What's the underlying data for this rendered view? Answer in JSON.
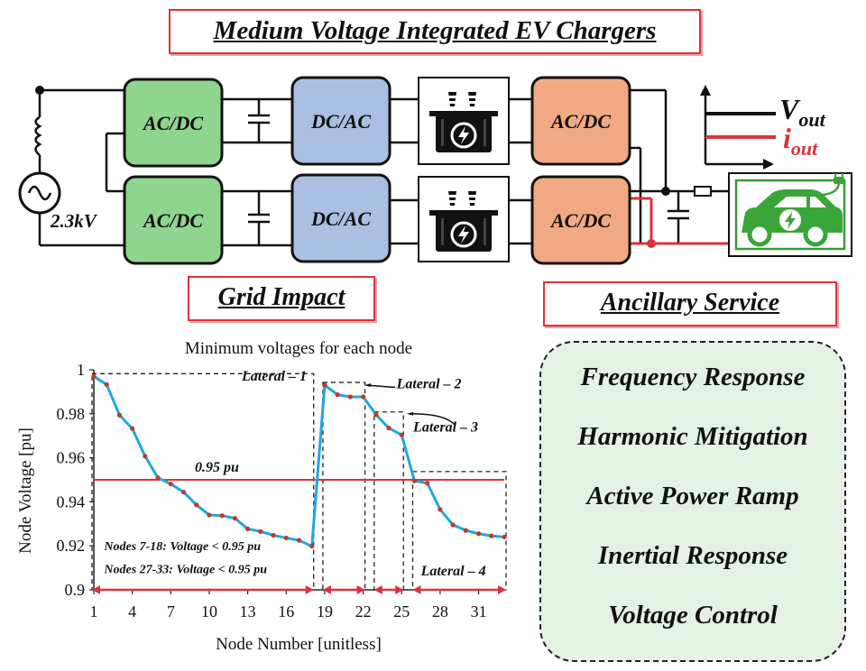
{
  "title": "Medium Voltage Integrated EV Chargers",
  "source_voltage": "2.3kV",
  "converters": {
    "ac_dc": "AC/DC",
    "dc_ac": "DC/AC"
  },
  "output_signals": {
    "v_main": "V",
    "v_sub": "out",
    "i_main": "i",
    "i_sub": "out"
  },
  "section_grid": "Grid Impact",
  "section_ancillary": "Ancillary Service",
  "ancillary_services": [
    "Frequency Response",
    "Harmonic Mitigation",
    "Active Power Ramp",
    "Inertial Response",
    "Voltage Control"
  ],
  "colors": {
    "ac_dc_front": "#8fd48f",
    "dc_ac": "#aabfe2",
    "ac_dc_rear": "#f1a983",
    "accent_red": "#d8343a",
    "curve": "#1fa8e0",
    "ancillary_bg": "#e3f2e3"
  },
  "chart_data": {
    "type": "line",
    "title": "Minimum voltages for each node",
    "xlabel": "Node Number [unitless]",
    "ylabel": "Node Voltage [pu]",
    "xlim": [
      1,
      33
    ],
    "ylim": [
      0.9,
      1
    ],
    "xticks": [
      1,
      4,
      7,
      10,
      13,
      16,
      19,
      22,
      25,
      28,
      31
    ],
    "yticks": [
      0.9,
      0.92,
      0.94,
      0.96,
      0.98,
      1
    ],
    "ytick_labels": [
      "0.9",
      "0.92",
      "0.94",
      "0.96",
      "0.98",
      "1"
    ],
    "threshold": {
      "value": 0.95,
      "label": "0.95 pu"
    },
    "series": [
      {
        "x": [
          1,
          2,
          3,
          4,
          5,
          6,
          7,
          8,
          9,
          10,
          11,
          12,
          13,
          14,
          15,
          16,
          17,
          18
        ],
        "values": [
          0.997,
          0.9933,
          0.9794,
          0.9733,
          0.9607,
          0.9509,
          0.9481,
          0.9444,
          0.9386,
          0.934,
          0.9337,
          0.9325,
          0.9277,
          0.9265,
          0.9248,
          0.9236,
          0.9225,
          0.9198
        ]
      },
      {
        "x": [
          18,
          19,
          20,
          21,
          22
        ],
        "values": [
          0.9198,
          0.993,
          0.9887,
          0.9877,
          0.9877
        ]
      },
      {
        "x": [
          22,
          23,
          24,
          25
        ],
        "values": [
          0.9877,
          0.9796,
          0.9735,
          0.9704
        ]
      },
      {
        "x": [
          25,
          26,
          27,
          28,
          29,
          30,
          31,
          32,
          33
        ],
        "values": [
          0.9704,
          0.9495,
          0.9485,
          0.9365,
          0.9295,
          0.927,
          0.9255,
          0.9245,
          0.924
        ]
      }
    ],
    "laterals": [
      {
        "label": "Lateral – 1",
        "from": 1,
        "to": 18,
        "top": 0.997
      },
      {
        "label": "Lateral – 2",
        "from": 19,
        "to": 22,
        "top": 0.993
      },
      {
        "label": "Lateral – 3",
        "from": 23,
        "to": 25,
        "top": 0.9796
      },
      {
        "label": "Lateral – 4",
        "from": 26,
        "to": 33,
        "top": 0.9525
      }
    ],
    "annotations": [
      "Nodes 7-18: Voltage < 0.95 pu",
      "Nodes 27-33: Voltage < 0.95 pu"
    ]
  }
}
